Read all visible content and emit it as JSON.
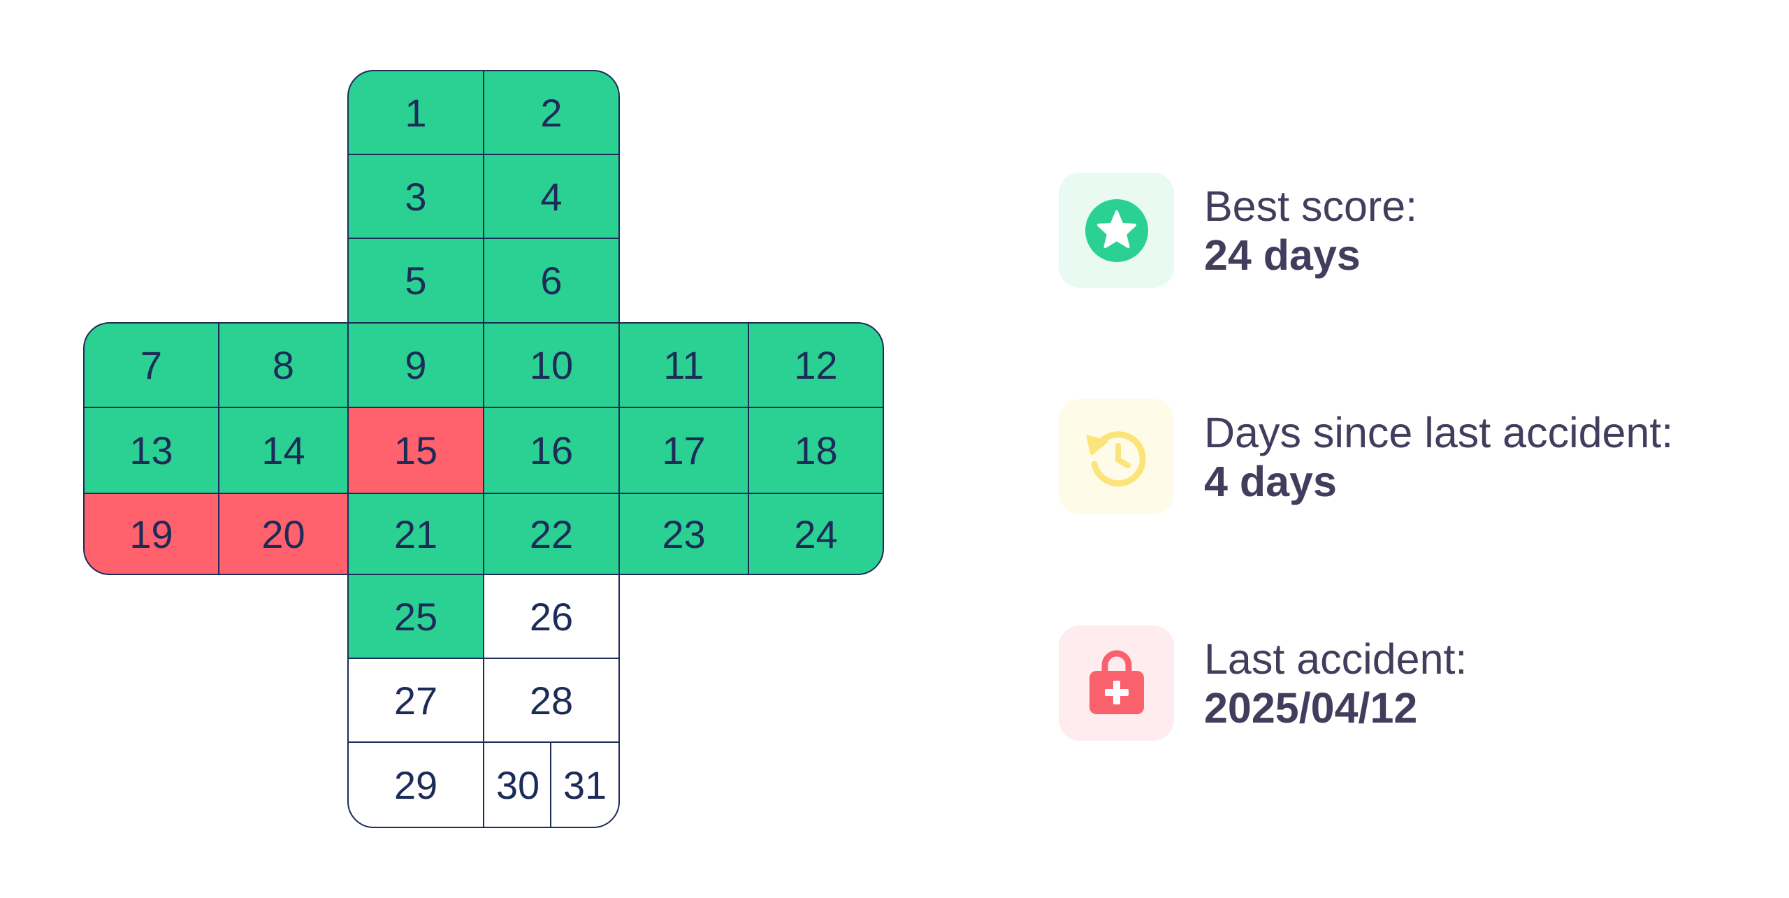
{
  "calendar": {
    "days": [
      {
        "label": "1",
        "status": "safe"
      },
      {
        "label": "2",
        "status": "safe"
      },
      {
        "label": "3",
        "status": "safe"
      },
      {
        "label": "4",
        "status": "safe"
      },
      {
        "label": "5",
        "status": "safe"
      },
      {
        "label": "6",
        "status": "safe"
      },
      {
        "label": "7",
        "status": "safe"
      },
      {
        "label": "8",
        "status": "safe"
      },
      {
        "label": "9",
        "status": "safe"
      },
      {
        "label": "10",
        "status": "safe"
      },
      {
        "label": "11",
        "status": "safe"
      },
      {
        "label": "12",
        "status": "safe"
      },
      {
        "label": "13",
        "status": "safe"
      },
      {
        "label": "14",
        "status": "safe"
      },
      {
        "label": "15",
        "status": "accident"
      },
      {
        "label": "16",
        "status": "safe"
      },
      {
        "label": "17",
        "status": "safe"
      },
      {
        "label": "18",
        "status": "safe"
      },
      {
        "label": "19",
        "status": "accident"
      },
      {
        "label": "20",
        "status": "accident"
      },
      {
        "label": "21",
        "status": "safe"
      },
      {
        "label": "22",
        "status": "safe"
      },
      {
        "label": "23",
        "status": "safe"
      },
      {
        "label": "24",
        "status": "safe"
      },
      {
        "label": "25",
        "status": "safe"
      },
      {
        "label": "26",
        "status": "future"
      },
      {
        "label": "27",
        "status": "future"
      },
      {
        "label": "28",
        "status": "future"
      },
      {
        "label": "29",
        "status": "future"
      },
      {
        "label": "30",
        "status": "future"
      },
      {
        "label": "31",
        "status": "future"
      }
    ],
    "colors": {
      "safe": "#2bd193",
      "accident": "#ff616d",
      "future": "#ffffff",
      "border": "#1c2b57",
      "text": "#1c2b57"
    }
  },
  "stats": {
    "best_score": {
      "icon": "star-icon",
      "label": "Best score:",
      "value": "24 days",
      "icon_color": "#2bd193",
      "tile_color": "#e9faf3"
    },
    "days_since": {
      "icon": "history-clock-icon",
      "label": "Days since last accident:",
      "value": "4 days",
      "icon_color": "#fbe57a",
      "tile_color": "#fefbe8"
    },
    "last_accident": {
      "icon": "first-aid-kit-icon",
      "label": "Last accident:",
      "value": "2025/04/12",
      "icon_color": "#f9616d",
      "tile_color": "#feecee"
    }
  }
}
